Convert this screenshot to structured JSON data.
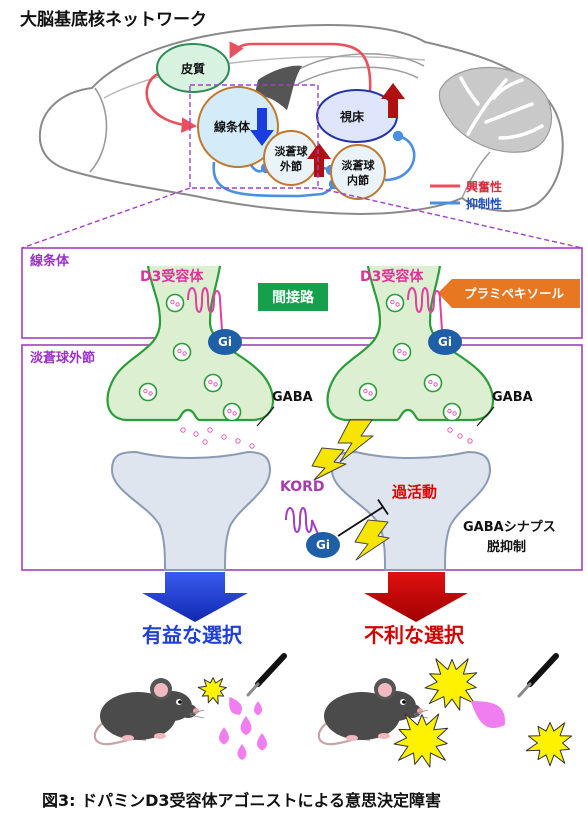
{
  "title": "大脳基底核ネットワーク",
  "network": {
    "cortex": "皮質",
    "striatum": "線条体",
    "thalamus": "視床",
    "gpe": [
      "淡蒼球",
      "外節"
    ],
    "gpi": [
      "淡蒼球",
      "内節"
    ],
    "legend": {
      "excitatory": "興奮性",
      "inhibitory": "抑制性"
    }
  },
  "panel": {
    "striatum_label": "線条体",
    "gpe_label": "淡蒼球外節",
    "d3_receptor": "D3受容体",
    "indirect_pathway": "間接路",
    "drug": "プラミペキソール",
    "gi": "Gi",
    "gaba": "GABA",
    "kord": "KORD",
    "hyperactivity": "過活動",
    "disinhibition": [
      "GABAシナプス",
      "脱抑制"
    ]
  },
  "outcome": {
    "beneficial": "有益な選択",
    "adverse": "不利な選択"
  },
  "caption": "図3: ドパミンD3受容体アゴニストによる意思決定障害",
  "colors": {
    "excitatory": "#e8505b",
    "inhibitory": "#4a90e2",
    "beneficial": "#1f3fd6",
    "adverse": "#d40000",
    "indirect": "#15a04b",
    "drug": "#e87722",
    "gi": "#1f5fa8",
    "kord": "#a83ab0",
    "hyperactivity": "#e00000"
  }
}
